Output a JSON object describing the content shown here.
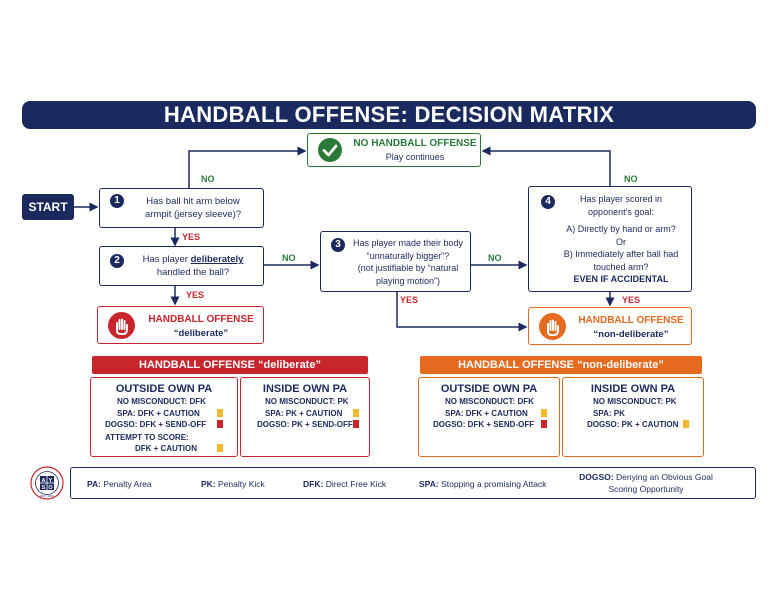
{
  "title": "HANDBALL OFFENSE: DECISION MATRIX",
  "start": "START",
  "no_offense": {
    "title": "NO HANDBALL OFFENSE",
    "subtitle": "Play continues"
  },
  "q1": {
    "num": "1",
    "line1": "Has ball hit arm below",
    "line2": "armpit (jersey sleeve)?"
  },
  "q2": {
    "num": "2",
    "pre": "Has player ",
    "underline": "deliberately",
    "line2": "handled the ball?"
  },
  "q3": {
    "num": "3",
    "line1": "Has player made their body",
    "line2": "“unnaturally bigger”?",
    "line3": "(not justifiable by “natural",
    "line4": "playing motion”)"
  },
  "q4": {
    "num": "4",
    "line1": "Has player scored in",
    "line2": "opponent’s goal:",
    "line3": "A) Directly by hand or arm?",
    "line4": "Or",
    "line5": "B) Immediately after ball had",
    "line6": "touched arm?",
    "line7": "EVEN IF ACCIDENTAL"
  },
  "labels": {
    "no": "NO",
    "yes": "YES"
  },
  "result_deliberate": {
    "title": "HANDBALL OFFENSE",
    "sub": "“deliberate”"
  },
  "result_non_deliberate": {
    "title": "HANDBALL OFFENSE",
    "sub": "“non-deliberate”"
  },
  "deliberate_header": "HANDBALL OFFENSE “deliberate”",
  "non_deliberate_header": "HANDBALL OFFENSE “non-deliberate”",
  "d_outside": {
    "title": "OUTSIDE OWN PA",
    "r1": "NO MISCONDUCT: DFK",
    "r2": "SPA: DFK + CAUTION",
    "r3": "DOGSO: DFK + SEND-OFF",
    "r4": "ATTEMPT TO SCORE:",
    "r5": "DFK + CAUTION"
  },
  "d_inside": {
    "title": "INSIDE OWN PA",
    "r1": "NO MISCONDUCT: PK",
    "r2": "SPA: PK + CAUTION",
    "r3": "DOGSO: PK + SEND-OFF"
  },
  "n_outside": {
    "title": "OUTSIDE OWN PA",
    "r1": "NO MISCONDUCT: DFK",
    "r2": "SPA: DFK + CAUTION",
    "r3": "DOGSO: DFK + SEND-OFF"
  },
  "n_inside": {
    "title": "INSIDE OWN PA",
    "r1": "NO MISCONDUCT: PK",
    "r2": "SPA: PK",
    "r3": "DOGSO: PK + CAUTION"
  },
  "legend": {
    "pa_k": "PA:",
    "pa_v": "Penalty Area",
    "pk_k": "PK:",
    "pk_v": "Penalty Kick",
    "dfk_k": "DFK:",
    "dfk_v": "Direct Free Kick",
    "spa_k": "SPA:",
    "spa_v": "Stopping a promising Attack",
    "dogso_k": "DOGSO:",
    "dogso_v1": "Denying an Obvious Goal",
    "dogso_v2": "Scoring Opportunity"
  },
  "logo": {
    "text": "AYSO",
    "est": "EST. 1964"
  },
  "colors": {
    "navy": "#1b2a5e",
    "green": "#2b7a3b",
    "red": "#c8262c",
    "orange": "#e66a1f",
    "yellow_card": "#f2b82e"
  }
}
